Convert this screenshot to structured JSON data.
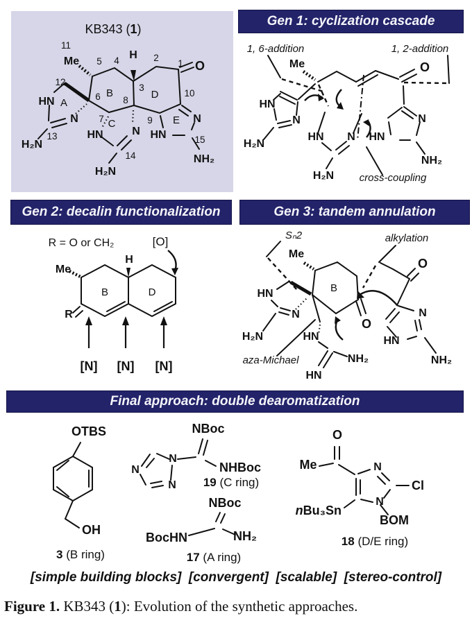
{
  "colors": {
    "navy_header": "#23236a",
    "lavender_panel": "#d6d6e8",
    "ink": "#111111",
    "white": "#ffffff"
  },
  "kb343": {
    "title_pre": "KB343 (",
    "title_num": "1",
    "title_post": ")",
    "n1": "1",
    "n2": "2",
    "n3": "3",
    "n4": "4",
    "n5": "5",
    "n6": "6",
    "n7": "7",
    "n8": "8",
    "n9": "9",
    "n10": "10",
    "n11": "11",
    "n12": "12",
    "n13": "13",
    "n14": "14",
    "n15": "15",
    "ringA": "A",
    "ringB": "B",
    "ringC": "C",
    "ringD": "D",
    "ringE": "E",
    "me": "Me",
    "h": "H",
    "o": "O",
    "hn_a": "HN",
    "n_a": "N",
    "h2n_a": "H₂N",
    "hn_c": "HN",
    "n_c": "N",
    "h2n_c": "H₂N",
    "hn_e": "HN",
    "n_e": "N",
    "nh2_e": "NH₂"
  },
  "gen1": {
    "header": "Gen 1: cyclization cascade",
    "add16": "1, 6-addition",
    "add12": "1, 2-addition",
    "me": "Me",
    "o": "O",
    "hn_left": "HN",
    "n_left": "N",
    "h2n_left": "H₂N",
    "hn_mid": "HN",
    "n_mid": "N",
    "h2n_mid": "H₂N",
    "hn_right": "HN",
    "n_right": "N",
    "nh2_right": "NH₂",
    "cross": "cross-coupling"
  },
  "gen2": {
    "header": "Gen 2: decalin functionalization",
    "r_def": "R = O or CH₂",
    "ox": "[O]",
    "h": "H",
    "me": "Me",
    "ringB": "B",
    "ringD": "D",
    "r": "R",
    "nl": "[N]",
    "nm": "[N]",
    "nr": "[N]"
  },
  "gen3": {
    "header": "Gen 3: tandem annulation",
    "sn2": "Sₙ2",
    "alkylation": "alkylation",
    "aza": "aza-Michael",
    "me": "Me",
    "o_top": "O",
    "o_ring": "O",
    "ringB": "B",
    "hn_a": "HN",
    "n_a": "N",
    "h2n_a": "H₂N",
    "hn_mid": "HN",
    "nh2_mid": "NH₂",
    "hn_bottom": "HN",
    "hn_right": "HN",
    "n_right": "N",
    "nh2_right": "NH₂"
  },
  "final": {
    "header": "Final approach: double dearomatization",
    "b3": {
      "otbs": "OTBS",
      "oh": "OH",
      "num": "3",
      "ring": " (B ring)"
    },
    "c19": {
      "nboc": "NBoc",
      "nhboc": "NHBoc",
      "n1": "N",
      "n4": "N",
      "n2": "N",
      "num": "19",
      "ring": " (C ring)"
    },
    "a17": {
      "nboc": "NBoc",
      "bochn": "BocHN",
      "nh2": "NH₂",
      "num": "17",
      "ring": " (A ring)"
    },
    "de18": {
      "o": "O",
      "me": "Me",
      "n3": "N",
      "n1": "N",
      "cl": "Cl",
      "sn_n": "n",
      "sn_rest": "Bu₃Sn",
      "bom": "BOM",
      "num": "18",
      "ring": " (D/E ring)"
    },
    "tags": "[simple building blocks]  [convergent]  [scalable]  [stereo-control]"
  },
  "caption": {
    "fig": "Figure 1.",
    "pre": " KB343 (",
    "num": "1",
    "post": "): Evolution of the synthetic approaches."
  }
}
